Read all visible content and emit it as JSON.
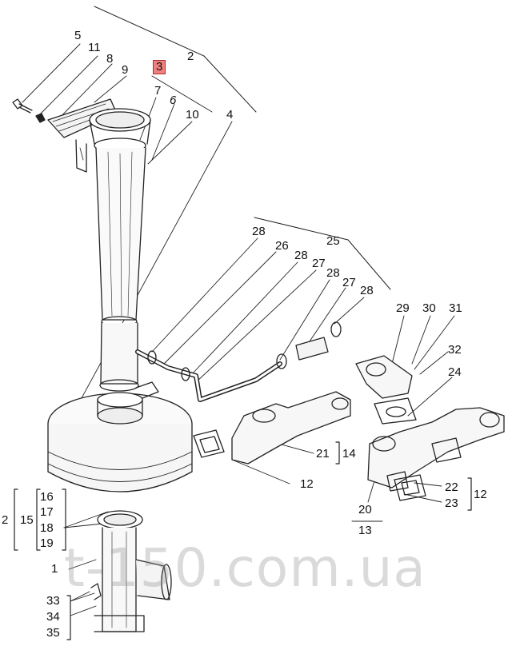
{
  "watermark": "t-150.com.ua",
  "highlight_color": "#f08080",
  "callouts": [
    {
      "id": "c2",
      "text": "2"
    },
    {
      "id": "c3",
      "text": "3",
      "highlighted": true
    },
    {
      "id": "c4",
      "text": "4"
    },
    {
      "id": "c5",
      "text": "5"
    },
    {
      "id": "c6",
      "text": "6"
    },
    {
      "id": "c7",
      "text": "7"
    },
    {
      "id": "c8",
      "text": "8"
    },
    {
      "id": "c9",
      "text": "9"
    },
    {
      "id": "c10",
      "text": "10"
    },
    {
      "id": "c11",
      "text": "11"
    },
    {
      "id": "c25",
      "text": "25"
    },
    {
      "id": "c26",
      "text": "26"
    },
    {
      "id": "c27a",
      "text": "27"
    },
    {
      "id": "c27b",
      "text": "27"
    },
    {
      "id": "c28a",
      "text": "28"
    },
    {
      "id": "c28b",
      "text": "28"
    },
    {
      "id": "c28c",
      "text": "28"
    },
    {
      "id": "c28d",
      "text": "28"
    },
    {
      "id": "c29",
      "text": "29"
    },
    {
      "id": "c30",
      "text": "30"
    },
    {
      "id": "c31",
      "text": "31"
    },
    {
      "id": "c32",
      "text": "32"
    },
    {
      "id": "c24",
      "text": "24"
    },
    {
      "id": "c21",
      "text": "21"
    },
    {
      "id": "c14",
      "text": "14"
    },
    {
      "id": "c12a",
      "text": "12"
    },
    {
      "id": "c20",
      "text": "20"
    },
    {
      "id": "c13",
      "text": "13"
    },
    {
      "id": "c22",
      "text": "22"
    },
    {
      "id": "c23",
      "text": "23"
    },
    {
      "id": "c12b",
      "text": "12"
    },
    {
      "id": "c16",
      "text": "16"
    },
    {
      "id": "c17",
      "text": "17"
    },
    {
      "id": "c18",
      "text": "18"
    },
    {
      "id": "c19",
      "text": "19"
    },
    {
      "id": "c15",
      "text": "15"
    },
    {
      "id": "c2b",
      "text": "2"
    },
    {
      "id": "c1",
      "text": "1"
    },
    {
      "id": "c33",
      "text": "33"
    },
    {
      "id": "c34",
      "text": "34"
    },
    {
      "id": "c35",
      "text": "35"
    }
  ]
}
